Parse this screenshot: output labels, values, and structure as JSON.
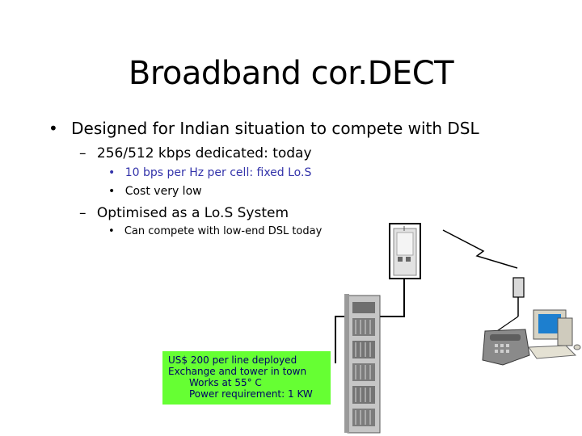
{
  "slide": {
    "title": "Broadband cor.DECT",
    "bullet_1": "Designed for Indian situation to compete with DSL",
    "bullet_1_1": "256/512 kbps dedicated: today",
    "bullet_1_1_1": "10 bps per Hz per cell: fixed Lo.S",
    "bullet_1_1_2": "Cost very low",
    "bullet_1_2": "Optimised as a Lo.S System",
    "bullet_1_2_1": "Can compete with low-end DSL today",
    "markers": {
      "level1": "•",
      "level2": "–",
      "level3": "•"
    },
    "colors": {
      "box_green": "#66ff33",
      "blue_text": "#3333aa"
    }
  },
  "callout": {
    "line_1": "US$ 200 per line deployed",
    "line_2": "Exchange and tower in town",
    "line_3": "Works at 55° C",
    "line_4": "Power requirement: 1 KW"
  },
  "images": {
    "base_station": "wall-mounted-base-station-icon",
    "antenna": "subscriber-antenna-icon",
    "exchange_rack": "exchange-rack-icon",
    "subscriber_terminal": "phone-and-computer-icon",
    "radio_link": "lightning-radio-link-icon"
  }
}
